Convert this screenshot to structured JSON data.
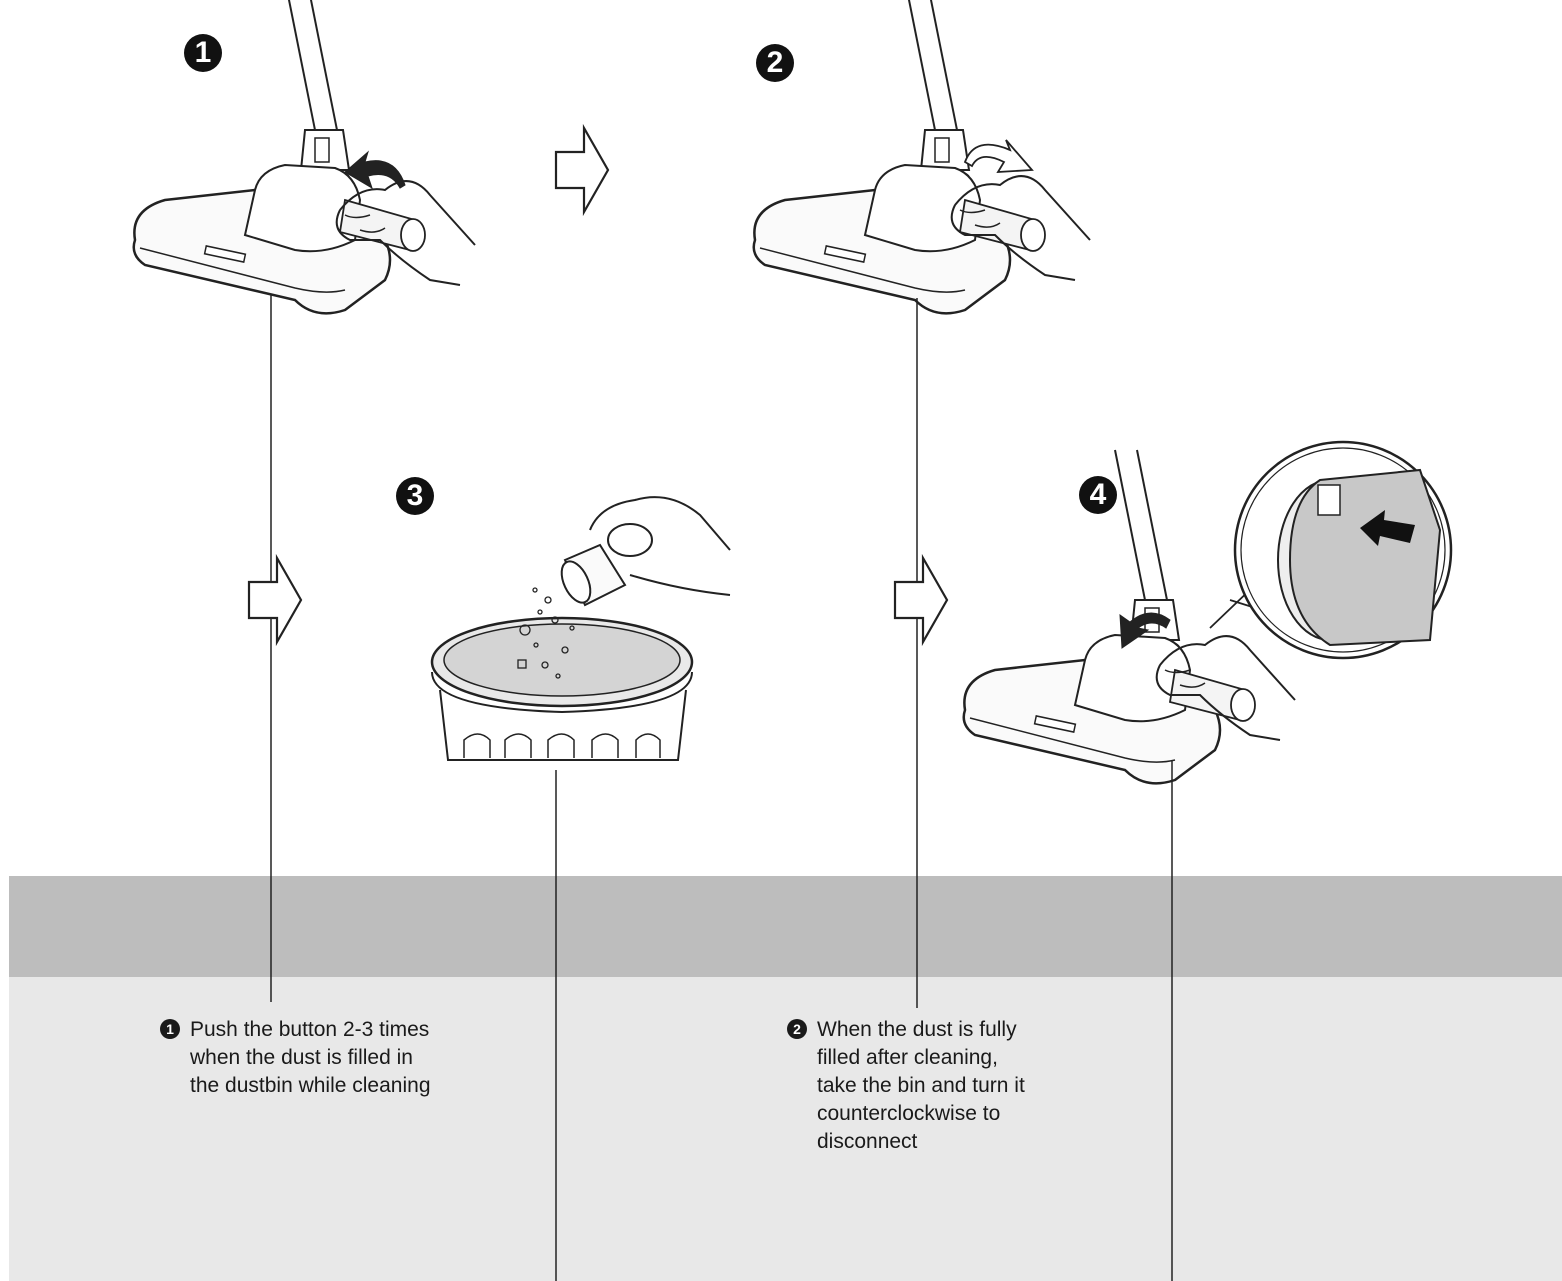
{
  "steps": [
    {
      "number": "1"
    },
    {
      "number": "2"
    },
    {
      "number": "3"
    },
    {
      "number": "4"
    }
  ],
  "captions": [
    {
      "number": "1",
      "lines": [
        "Push the button 2-3 times",
        "when the dust is filled in",
        "the dustbin while cleaning"
      ]
    },
    {
      "number": "2",
      "lines": [
        "When the dust is fully",
        "filled after cleaning,",
        "take the bin and turn it",
        "counterclockwise to",
        "disconnect"
      ]
    }
  ],
  "colors": {
    "band_dark": "#bdbdbd",
    "band_light": "#e8e8e8",
    "ink": "#111111",
    "part_fill": "#c8c8c8"
  },
  "icons": [
    "right-arrow-icon",
    "rotate-arrow-icon",
    "push-arrow-icon"
  ]
}
